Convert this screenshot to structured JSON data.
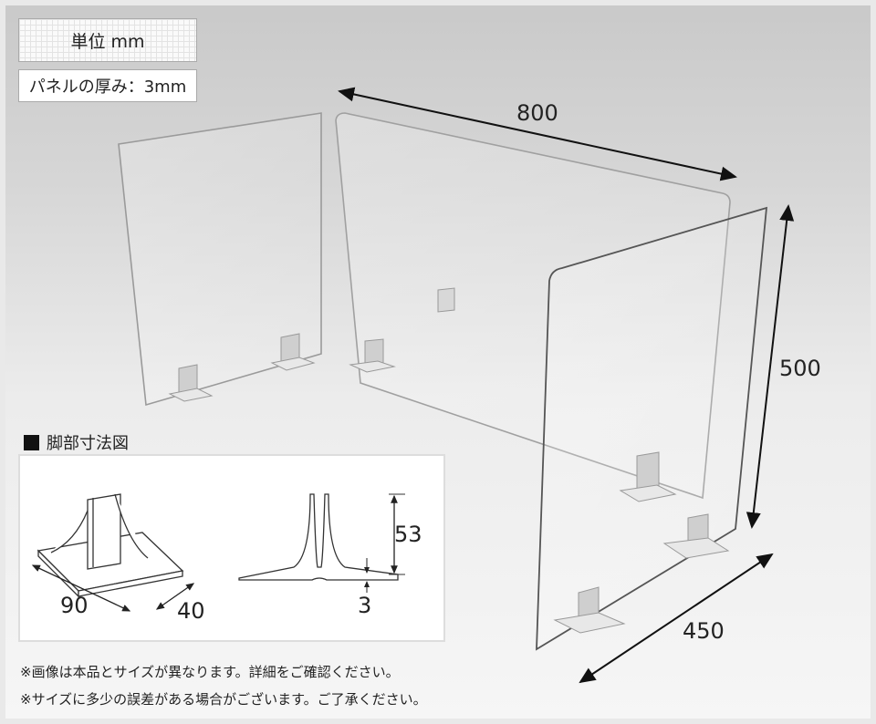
{
  "unit_label": "単位 mm",
  "thickness_label": "パネルの厚み：3mm",
  "dimensions": {
    "width": "800",
    "height": "500",
    "depth": "450"
  },
  "foot_detail": {
    "title": "脚部寸法図",
    "length": "90",
    "width": "40",
    "height": "53",
    "thickness": "3"
  },
  "notes": [
    "※画像は本品とサイズが異なります。詳細をご確認ください。",
    "※サイズに多少の誤差がある場合がございます。ご了承ください。"
  ]
}
